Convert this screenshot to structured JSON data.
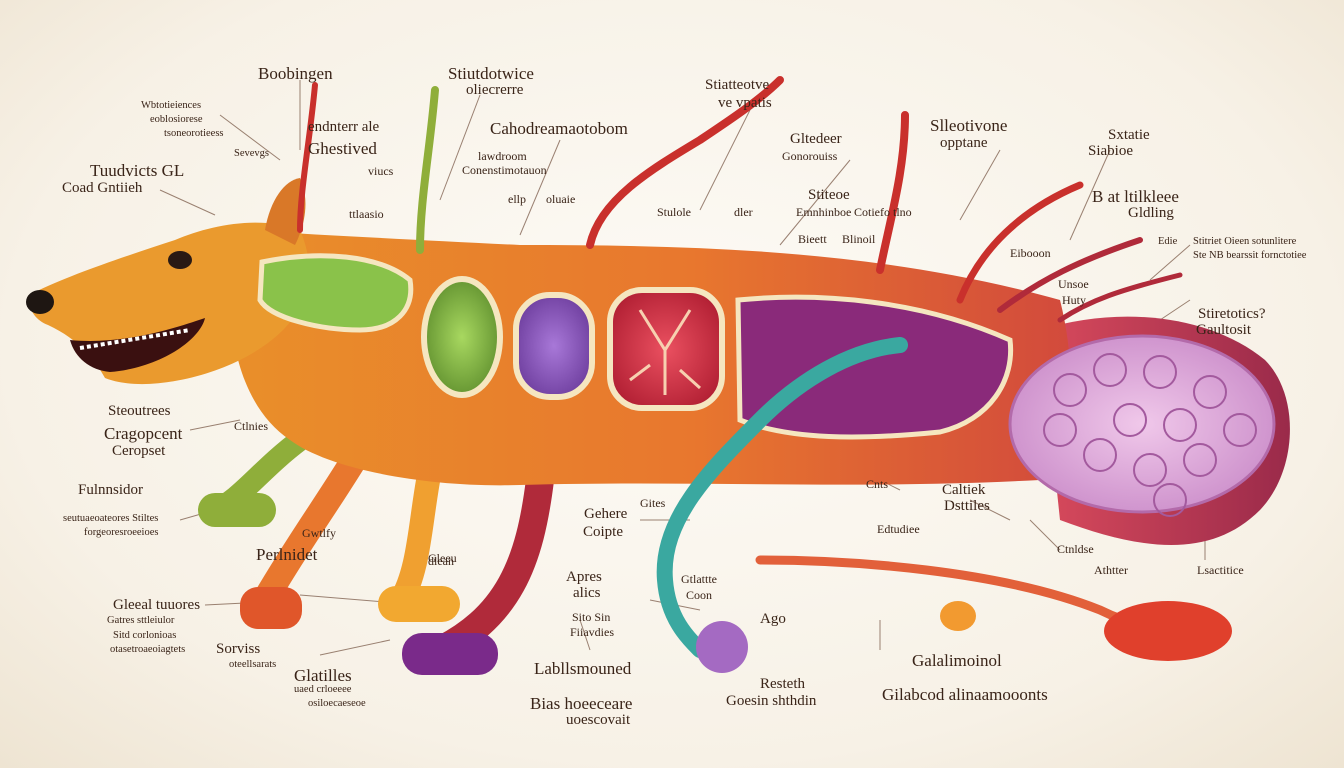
{
  "labels": {
    "top": [
      "Boobingen",
      "Stiutdotwice",
      "oliecrerre",
      "Stiatteotve",
      "ve vpatis",
      "Cahodreamaotobom",
      "lawdroom",
      "Conenstimotauon",
      "endnterr ale",
      "Ghestived",
      "Gltedeer",
      "Gonorouiss",
      "Slleotivone",
      "opptane",
      "Sxtatie",
      "Siabioe"
    ],
    "upper_left": [
      "Wbtotieiences",
      "eoblosiorese",
      "tsoneorotieess",
      "Sevevgs",
      "Tuudvicts GL",
      "Coad Gntiieh",
      "viucs",
      "ttlaasio",
      "ellp",
      "oluaie"
    ],
    "middle": [
      "Stulole",
      "dler",
      "Stiteoe",
      "Emnhinboe",
      "Cotiefo tlno",
      "Bieett",
      "Blinoil",
      "B at ltilkleee",
      "Gldling",
      "Eibooon",
      "Unsoe",
      "Huty",
      "Edie",
      "Stitriet Oieen sotunlitere",
      "Ste NB bearssit fornctotiee",
      "Stiretotics?",
      "Gaultosit"
    ],
    "left": [
      "Steoutrees",
      "Cragopcent",
      "Ceropset",
      "Ctlnies",
      "Fulnnsidor",
      "seutuaeoateores Stiltes",
      "forgeoresroeeioes",
      "Gwtlfy",
      "Perlnidet",
      "Gleeal tuuores",
      "Gatres sttleiulor",
      "Sitd corlonioas",
      "otasetroaeoiagtets",
      "Sorviss",
      "oteellsarats",
      "Glatilles",
      "uaed crloeeee",
      "osiloecaeseoe"
    ],
    "lower_middle": [
      "Gehere",
      "Gites",
      "Coipte",
      "Gleeu",
      "Apres",
      "alics",
      "dlean",
      "Sito Sin",
      "Fiiavdies",
      "Gtlattte",
      "Coon",
      "Ago",
      "Labllsmouned",
      "Bias hoeeceare",
      "uoescovait",
      "Resteth",
      "Goesin shthdin"
    ],
    "lower_right": [
      "Cnts",
      "Caltiek",
      "Dsttiles",
      "Edtudiee",
      "Ctnldse",
      "Athtter",
      "Lsactitice",
      "Galalimoinol",
      "Gilabcod alinaamooonts"
    ]
  },
  "colors": {
    "background": "#f8f3ea",
    "text": "#3a2418",
    "dog_orange": "#e8972c",
    "green_organ": "#8ac24a",
    "purple_organ": "#8b4fb0",
    "red_organ": "#c8283a",
    "magenta_organ": "#8a2150",
    "lilac_organ": "#d9a8d8",
    "teal_vessel": "#3aa8a0",
    "red_vessel": "#c9302c"
  }
}
